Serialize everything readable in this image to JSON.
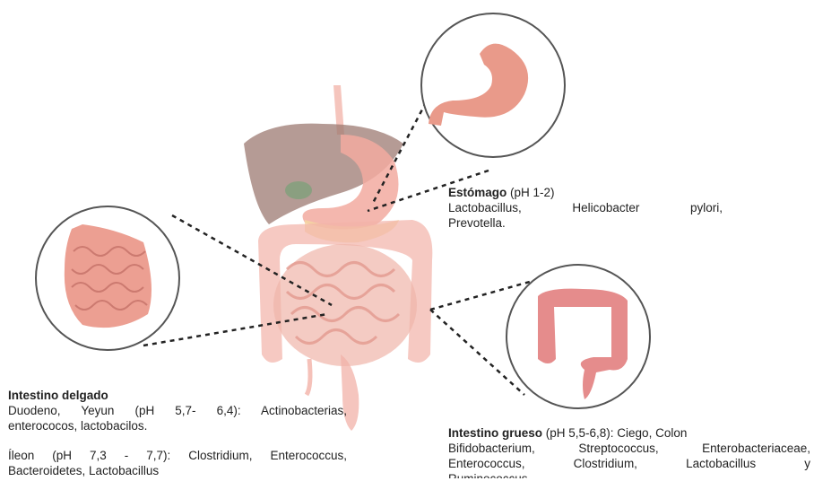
{
  "stomach": {
    "title": "Estómago",
    "ph": " (pH 1-2)",
    "line1": "Lactobacillus,        Helicobacter        pylori,",
    "line2": "Prevotella."
  },
  "small_intestine": {
    "title": "Intestino delgado",
    "p1_line1": "Duodeno, Yeyun (pH 5,7- 6,4):  Actinobacterias,",
    "p1_line2": "enterococos, lactobacilos.",
    "p2_line1": "Íleon (pH 7,3 - 7,7): Clostridium, Enterococcus,",
    "p2_line2": "Bacteroidetes, Lactobacillus"
  },
  "large_intestine": {
    "title": "Intestino grueso",
    "ph": " (pH 5,5-6,8): Ciego, Colon",
    "line1": "Bifidobacterium, Streptococcus, Enterobacteriaceae,",
    "line2": "Enterococcus,       Clostridium,       Lactobacillus       y",
    "line3": "Ruminococcus"
  },
  "colors": {
    "liver": "#9c7a72",
    "intestine": "#f2b2a8",
    "stomach": "#e99a8a",
    "gallbladder": "#7fa07a",
    "circle_border": "#555555"
  }
}
